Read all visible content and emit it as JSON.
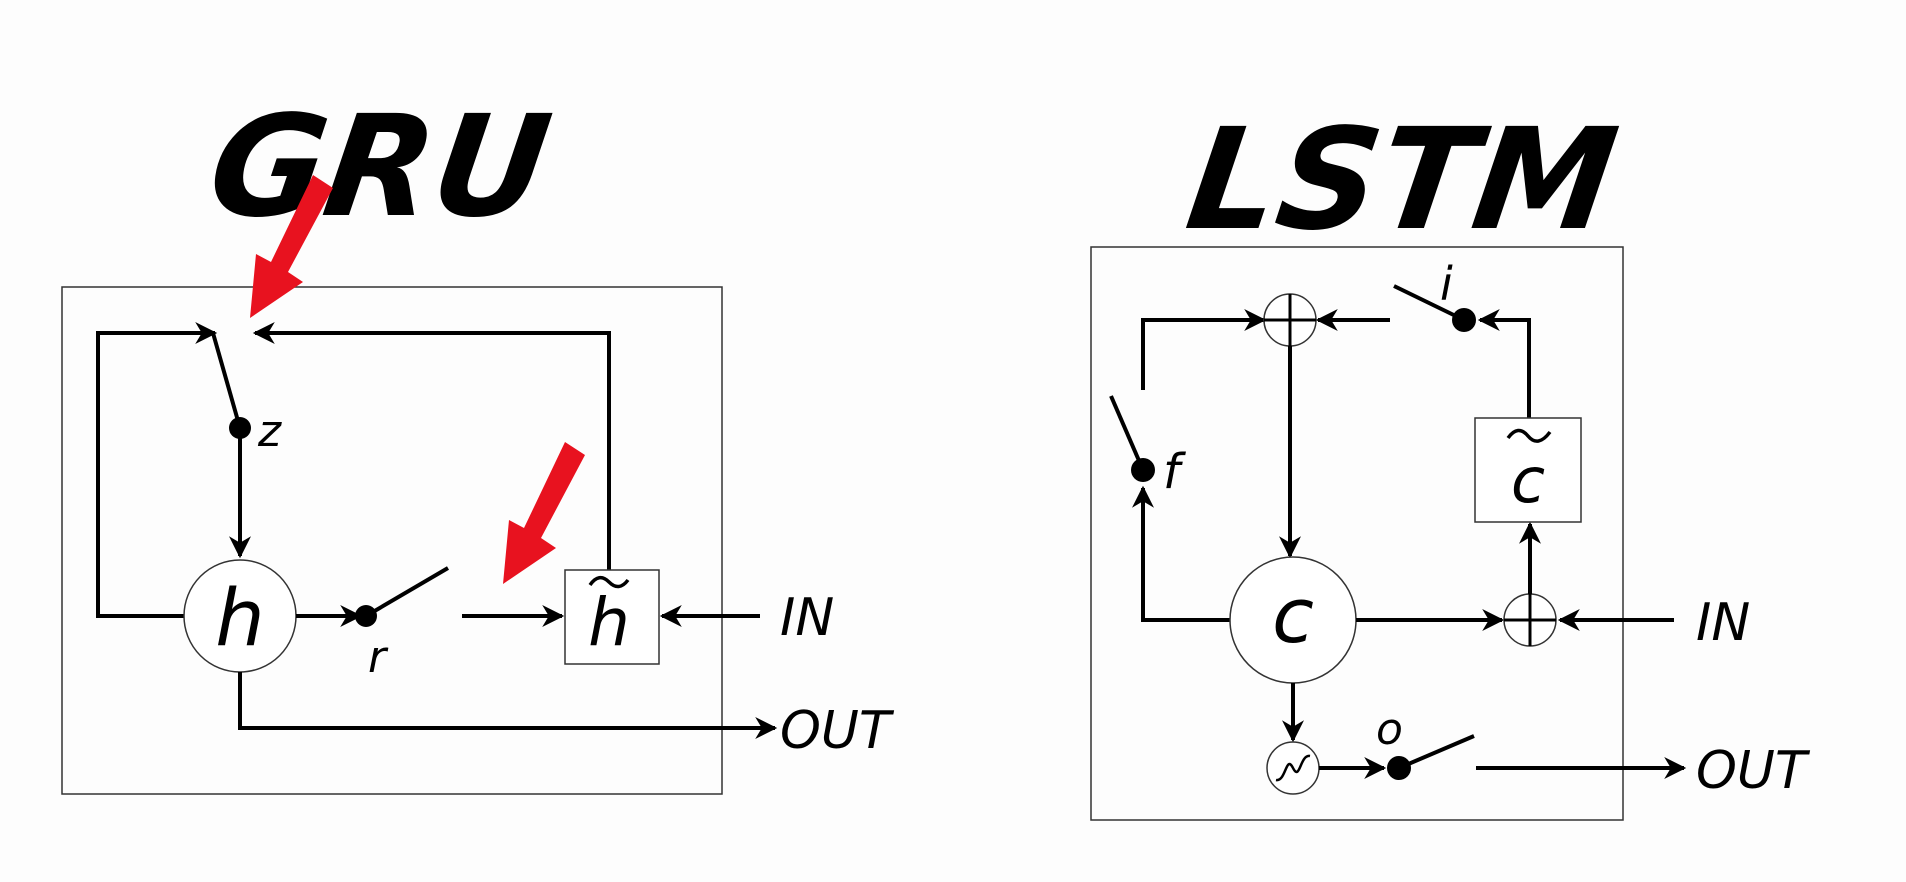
{
  "gru": {
    "title": "GRU",
    "gate_z": "z",
    "gate_r": "r",
    "node_h": "h",
    "node_h_candidate": "h",
    "input": "IN",
    "output": "OUT"
  },
  "lstm": {
    "title": "LSTM",
    "gate_i": "i",
    "gate_f": "f",
    "gate_o": "o",
    "node_c": "c",
    "node_c_candidate": "c",
    "input": "IN",
    "output": "OUT"
  },
  "colors": {
    "highlight_arrow": "#e8121f",
    "line": "#000000"
  }
}
